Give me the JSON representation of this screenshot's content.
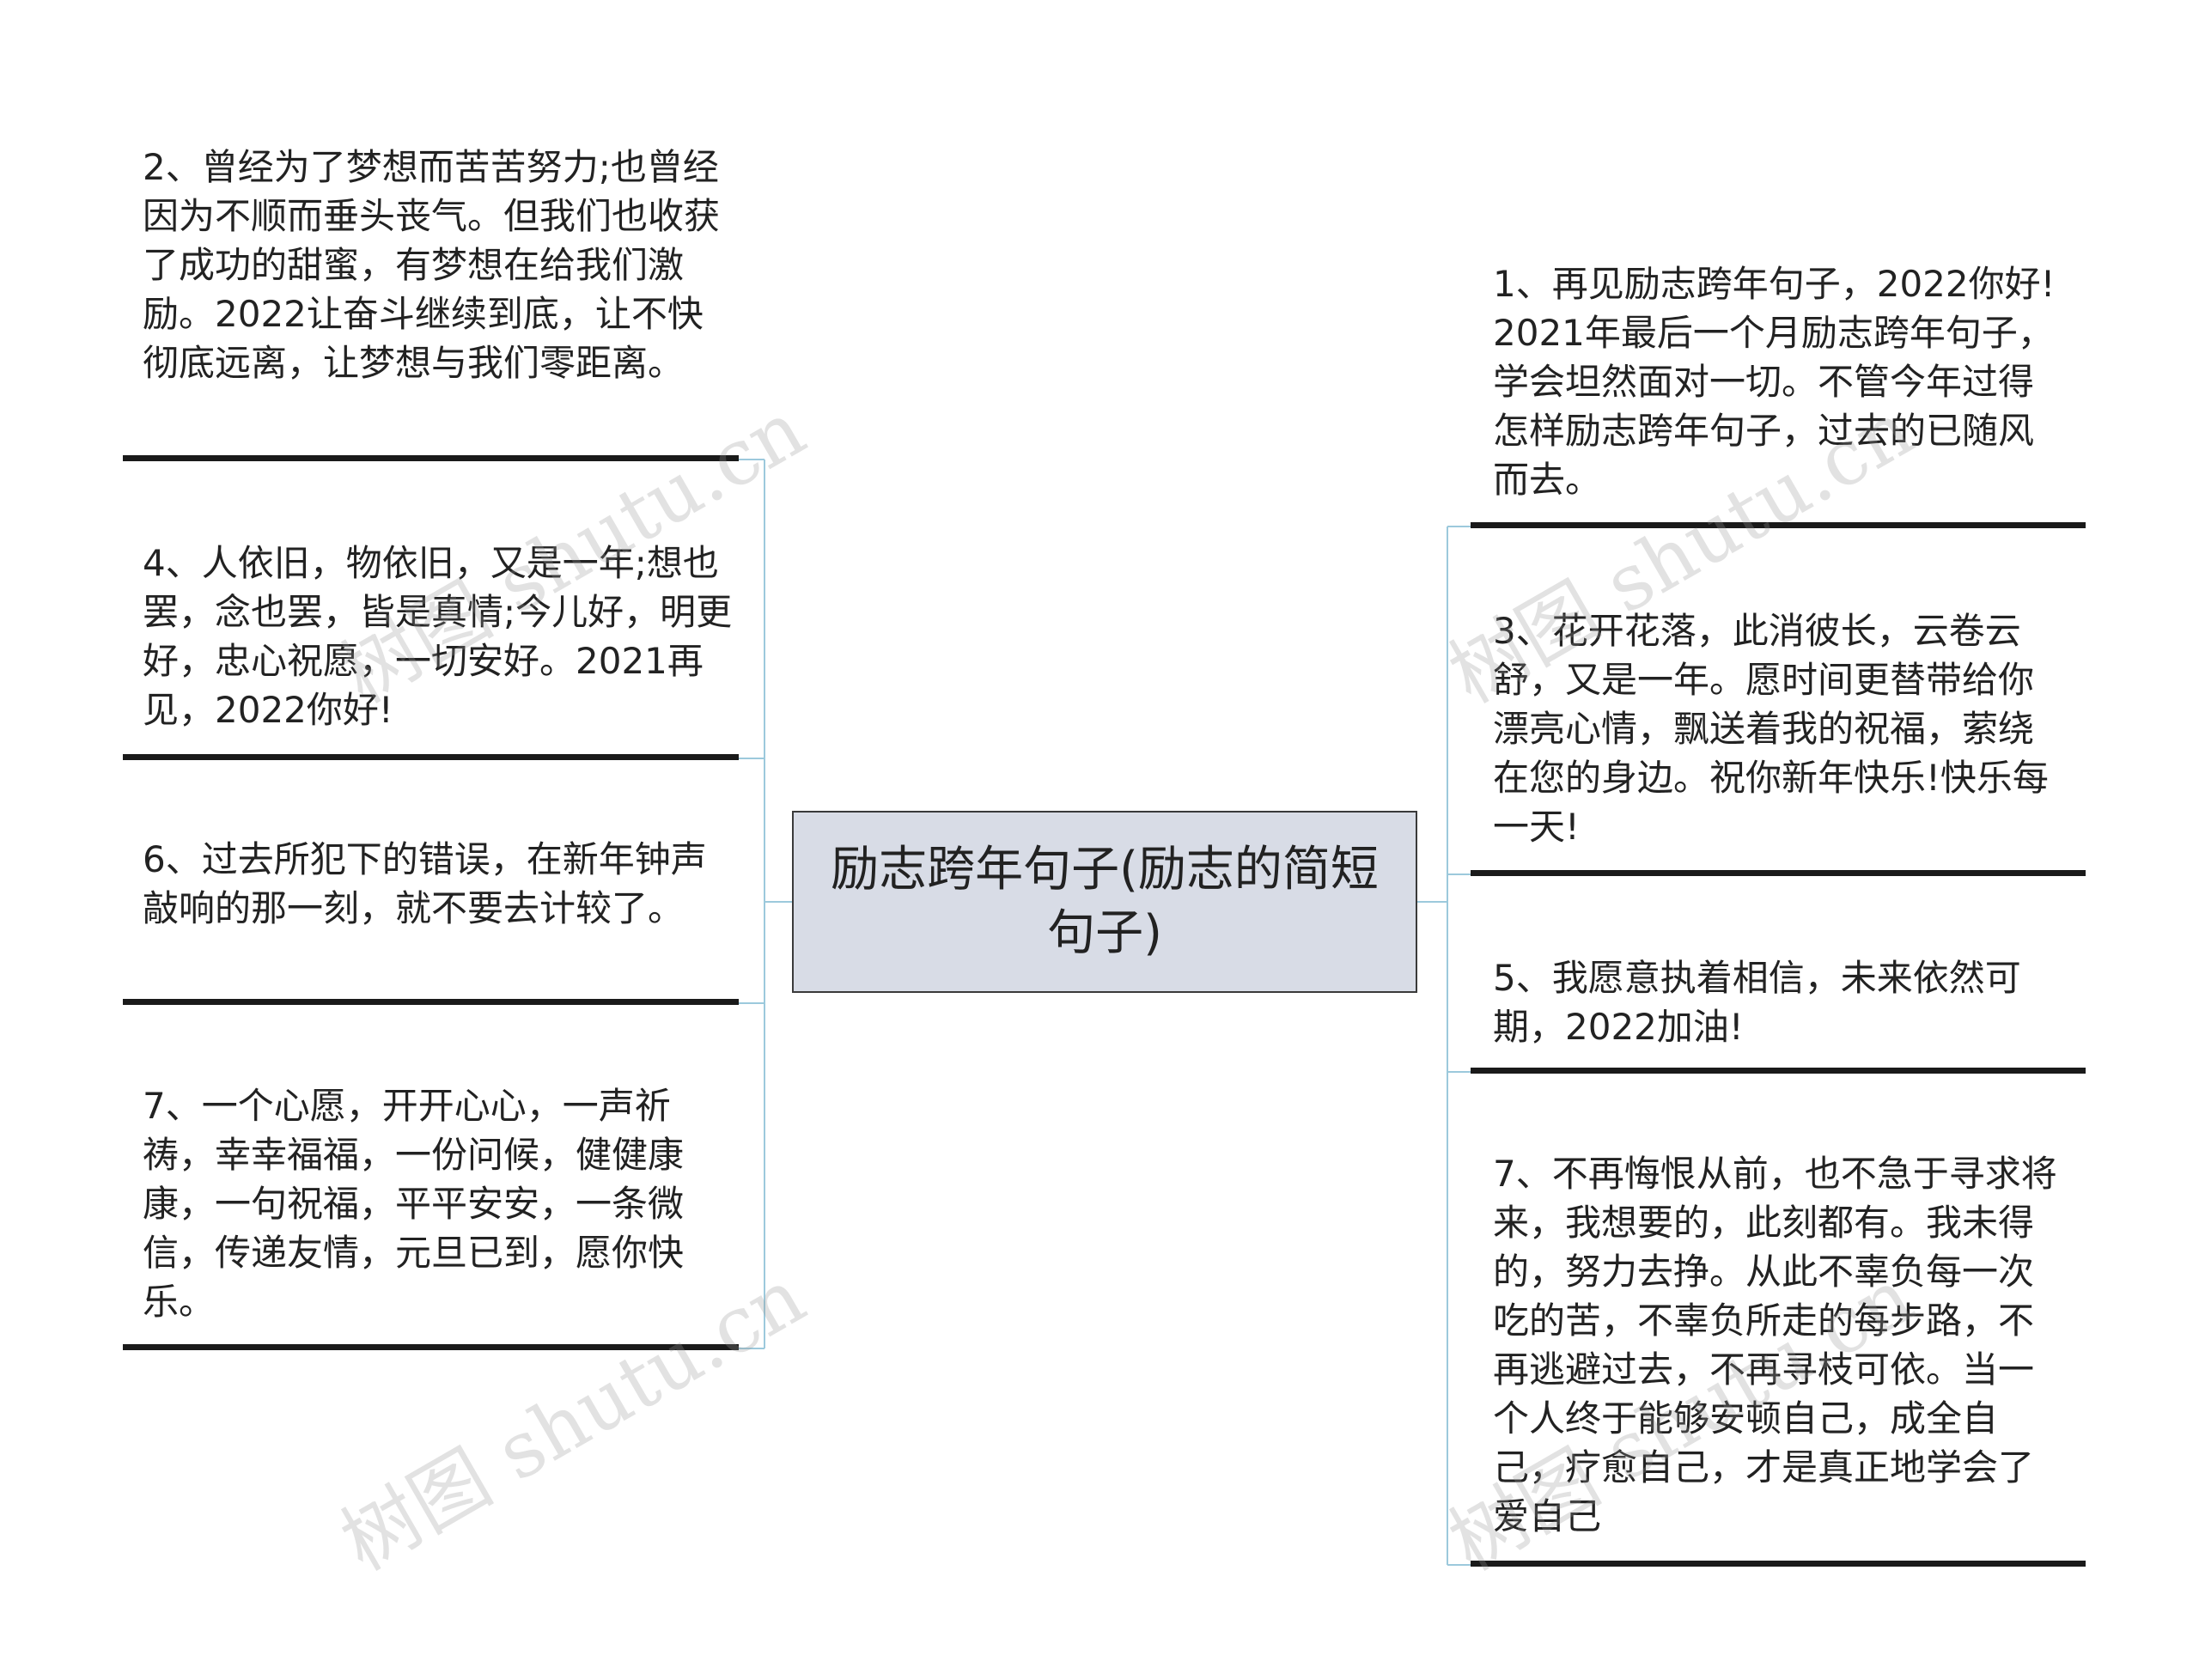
{
  "center": {
    "title": "励志跨年句子(励志的简短句子)"
  },
  "left_branches": [
    {
      "text": "2、曾经为了梦想而苦苦努力;也曾经因为不顺而垂头丧气。但我们也收获了成功的甜蜜，有梦想在给我们激励。2022让奋斗继续到底，让不快彻底远离，让梦想与我们零距离。"
    },
    {
      "text": "4、人依旧，物依旧，又是一年;想也罢，念也罢，皆是真情;今儿好，明更好，忠心祝愿，一切安好。2021再见，2022你好!"
    },
    {
      "text": "6、过去所犯下的错误，在新年钟声敲响的那一刻，就不要去计较了。"
    },
    {
      "text": "7、一个心愿，开开心心，一声祈祷，幸幸福福，一份问候，健健康康，一句祝福，平平安安，一条微信，传递友情，元旦已到，愿你快乐。"
    }
  ],
  "right_branches": [
    {
      "text": "1、再见励志跨年句子，2022你好!2021年最后一个月励志跨年句子，学会坦然面对一切。不管今年过得怎样励志跨年句子，过去的已随风而去。"
    },
    {
      "text": "3、花开花落，此消彼长，云卷云舒，又是一年。愿时间更替带给你漂亮心情，飘送着我的祝福，萦绕在您的身边。祝你新年快乐!快乐每一天!"
    },
    {
      "text": "5、我愿意执着相信，未来依然可期，2022加油!"
    },
    {
      "text": "7、不再悔恨从前，也不急于寻求将来，我想要的，此刻都有。我未得的，努力去挣。从此不辜负每一次吃的苦，不辜负所走的每步路，不再逃避过去，不再寻枝可依。当一个人终于能够安顿自己，成全自己，疗愈自己，才是真正地学会了爱自己"
    }
  ],
  "watermark": "树图 shutu.cn",
  "colors": {
    "connector": "#9cc9dc",
    "center_fill": "#d8dce6",
    "center_border": "#3a3a3a",
    "underline": "#1a1a1a"
  }
}
